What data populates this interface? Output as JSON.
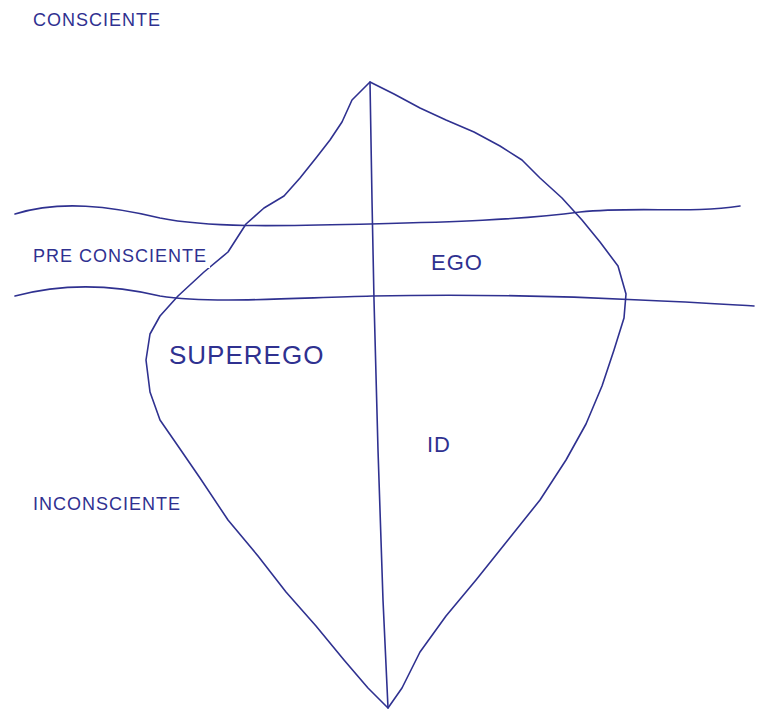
{
  "diagram": {
    "labels": [
      "CONSCIENTE",
      "PRE CONSCIENTE",
      "EGO",
      "SUPEREGO",
      "ID",
      "INCONSCIENTE"
    ]
  }
}
